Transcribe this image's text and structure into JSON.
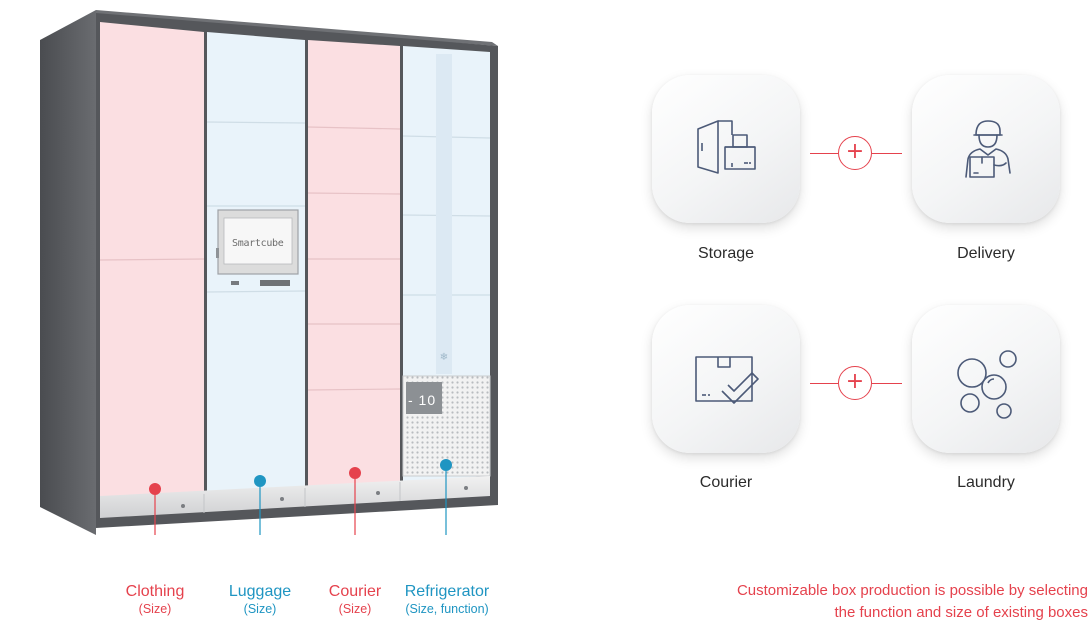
{
  "locker": {
    "screen_text": "Smartcube",
    "temperature": "- 10",
    "labels": [
      {
        "name": "Clothing",
        "detail": "(Size)"
      },
      {
        "name": "Luggage",
        "detail": "(Size)"
      },
      {
        "name": "Courier",
        "detail": "(Size)"
      },
      {
        "name": "Refrigerator",
        "detail": "(Size, function)"
      }
    ]
  },
  "features": {
    "storage": {
      "label": "Storage",
      "icon": "door-box-icon"
    },
    "delivery": {
      "label": "Delivery",
      "icon": "delivery-person-icon"
    },
    "courier": {
      "label": "Courier",
      "icon": "checked-box-icon"
    },
    "laundry": {
      "label": "Laundry",
      "icon": "bubbles-icon"
    },
    "plus_symbol": "+"
  },
  "note": {
    "line1": "Customizable box production is possible by selecting",
    "line2": "the function and size of existing boxes"
  },
  "colors": {
    "accent_red": "#e5424d",
    "accent_blue": "#1f95c2",
    "pink_door": "#fbdfe2",
    "blue_door": "#e9f3fa",
    "frame": "#5b5d61"
  }
}
